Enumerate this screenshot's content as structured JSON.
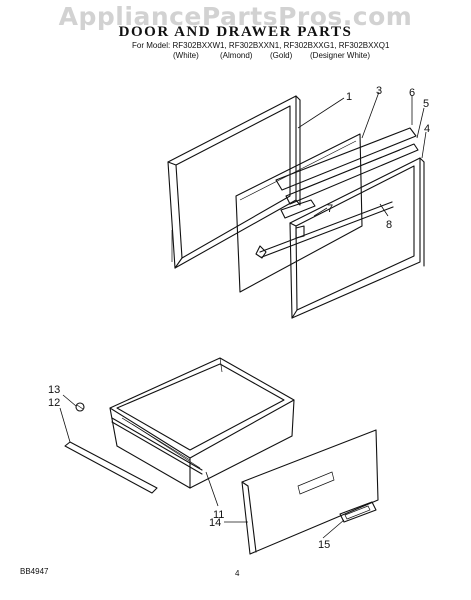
{
  "watermark": "AppliancePartsPros.com",
  "title": "DOOR AND DRAWER PARTS",
  "model_line": "For Model: RF302BXXW1, RF302BXXN1, RF302BXXG1, RF302BXXQ1",
  "variants": [
    "(White)",
    "(Almond)",
    "(Gold)",
    "(Designer White)"
  ],
  "callouts": [
    "1",
    "3",
    "6",
    "5",
    "4",
    "7",
    "8",
    "13",
    "12",
    "11",
    "14",
    "15"
  ],
  "footer_code": "BB4947",
  "page_number": "4"
}
